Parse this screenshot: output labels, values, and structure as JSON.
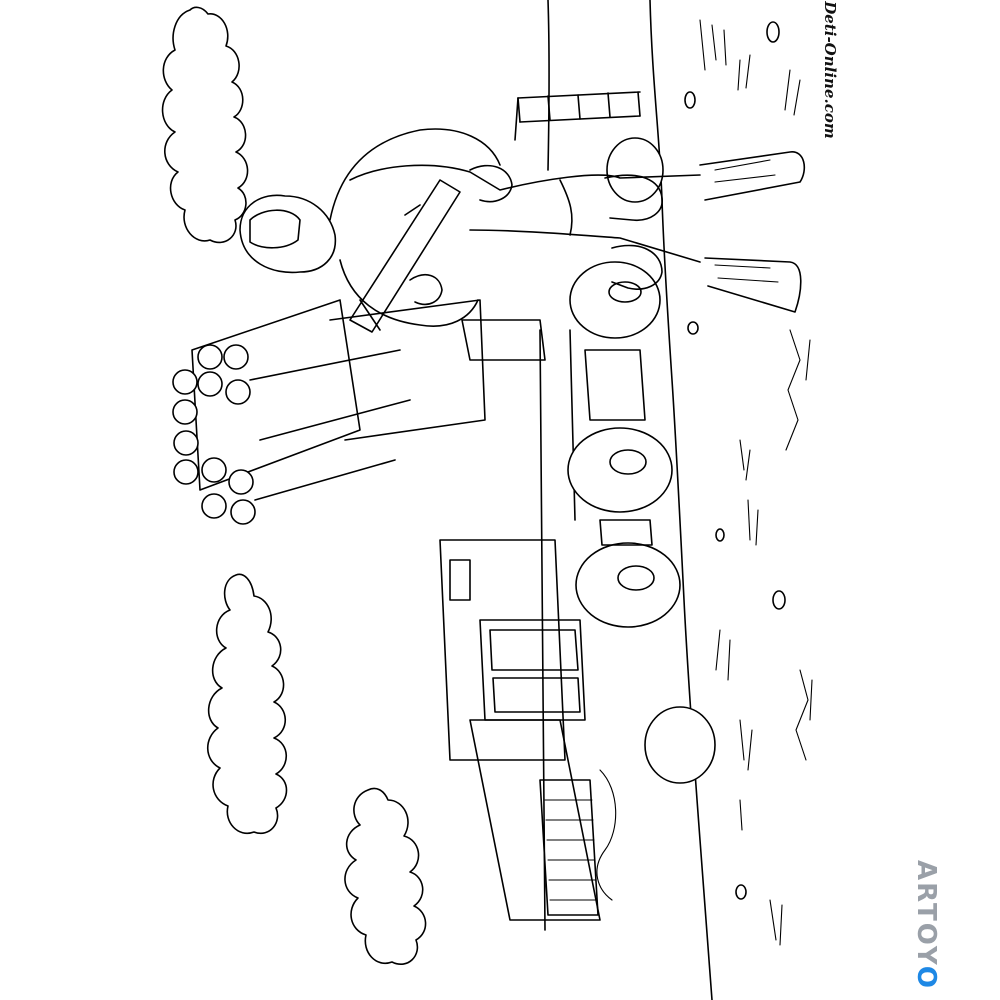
{
  "artwork": {
    "subject": "coloring page line art",
    "elements": [
      "clouds",
      "ground",
      "rocket-launcher-truck",
      "soldier",
      "grass-tufts",
      "stones"
    ]
  },
  "watermarks": {
    "site_text": "Deti-Online.com",
    "brand_text": "ARTOY",
    "brand_ring": "O",
    "brand_color": "#9aa0a8",
    "brand_ring_color": "#1e88e5"
  }
}
